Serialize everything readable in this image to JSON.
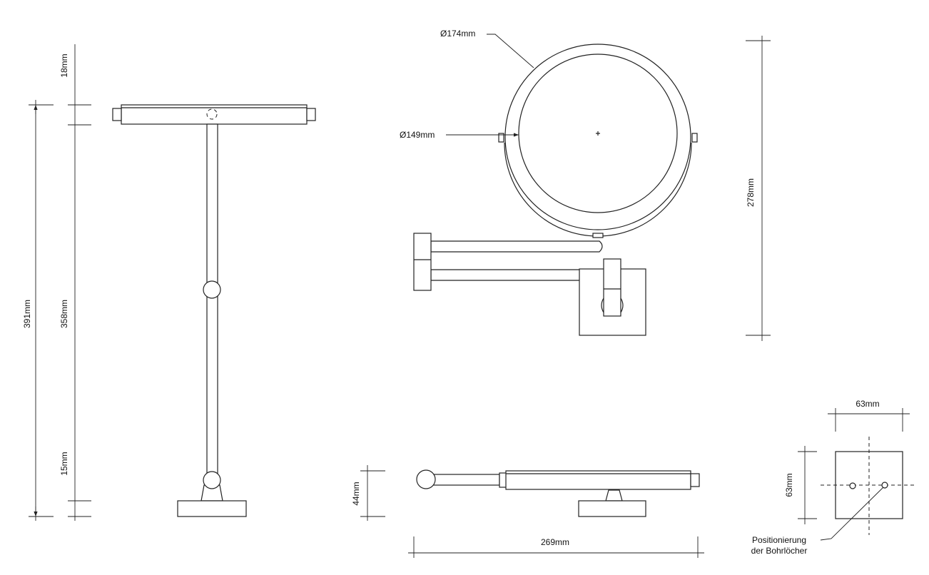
{
  "side_view": {
    "dim_total": "391mm",
    "dim_top": "18mm",
    "dim_pole": "358mm",
    "dim_base": "15mm"
  },
  "front_view": {
    "dim_outer_diameter": "Ø174mm",
    "dim_inner_diameter": "Ø149mm",
    "dim_height": "278mm"
  },
  "top_view": {
    "dim_depth": "44mm",
    "dim_width": "269mm"
  },
  "wall_plate": {
    "dim_width": "63mm",
    "dim_height": "63mm",
    "note_line1": "Positionierung",
    "note_line2": "der Bohrlöcher"
  },
  "colors": {
    "line": "#222222",
    "background": "#ffffff"
  }
}
